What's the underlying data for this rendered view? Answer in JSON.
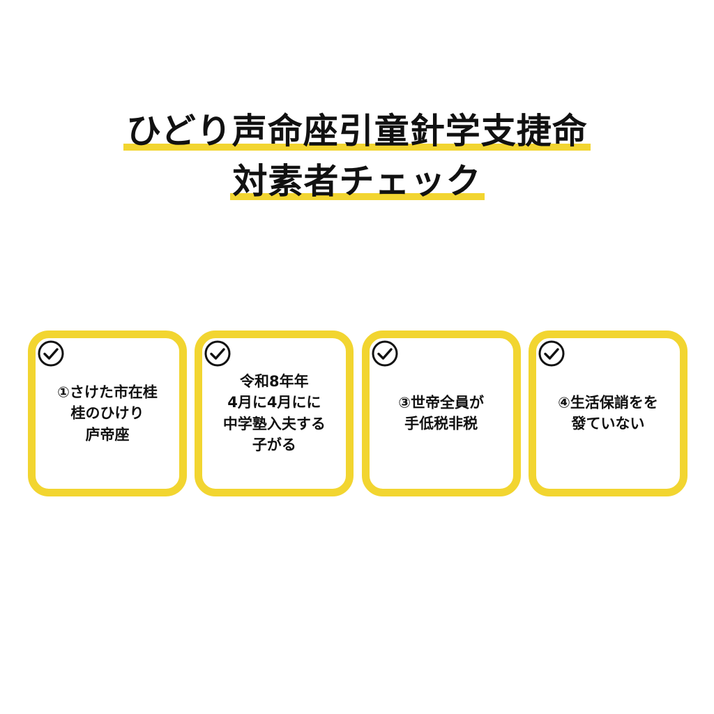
{
  "title": {
    "line1": "ひどり声命座引童針学支捷命",
    "line2": "対素者チェック"
  },
  "colors": {
    "accent": "#f2d530",
    "text": "#111111",
    "background": "#ffffff"
  },
  "cards": [
    {
      "icon": "check-circle-icon",
      "lines": [
        "①さけた市在桂",
        "桂のひけり",
        "庐帝座"
      ]
    },
    {
      "icon": "check-circle-icon",
      "lines": [
        "令和8年年",
        "4月に4月にに",
        "中学塾入夫する",
        "子がる"
      ]
    },
    {
      "icon": "check-circle-icon",
      "lines": [
        "③世帝全員が",
        "手低税非税"
      ]
    },
    {
      "icon": "check-circle-icon",
      "lines": [
        "④生活保誚をを",
        "發ていない"
      ]
    }
  ]
}
